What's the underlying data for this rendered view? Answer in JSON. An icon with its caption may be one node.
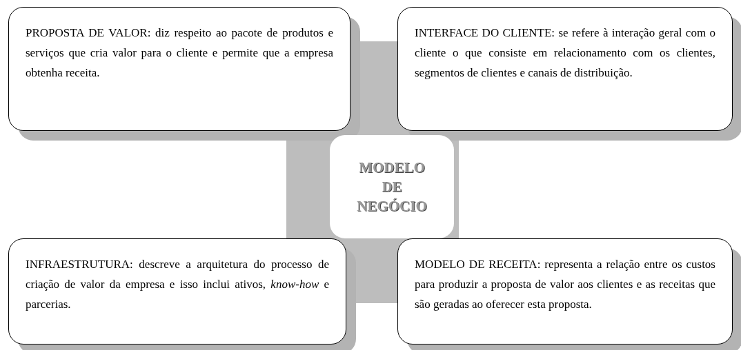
{
  "diagram": {
    "nodes": [
      {
        "text": [
          "PROPOSTA DE VALOR: diz respeito ao pacote de produtos e serviços que cria valor para o cliente e permite que a empresa obtenha receita."
        ]
      },
      {
        "text": [
          "INTERFACE DO CLIENTE: se refere à interação geral com o cliente o que consiste em relacionamento com os clientes, segmentos de clientes e canais de distribuição."
        ]
      },
      {
        "text": [
          "MODELO DE NEGÓCIO"
        ]
      },
      {
        "text": [
          "INFRAESTRUTURA: descreve a arquitetura do processo de criação de valor da empresa e isso inclui ativos, *know-how* e parcerias."
        ]
      },
      {
        "text": [
          "MODELO DE RECEITA: representa a relação entre os custos para produzir a proposta de valor aos clientes e as receitas que são geradas ao oferecer esta proposta."
        ]
      }
    ],
    "edges": []
  }
}
